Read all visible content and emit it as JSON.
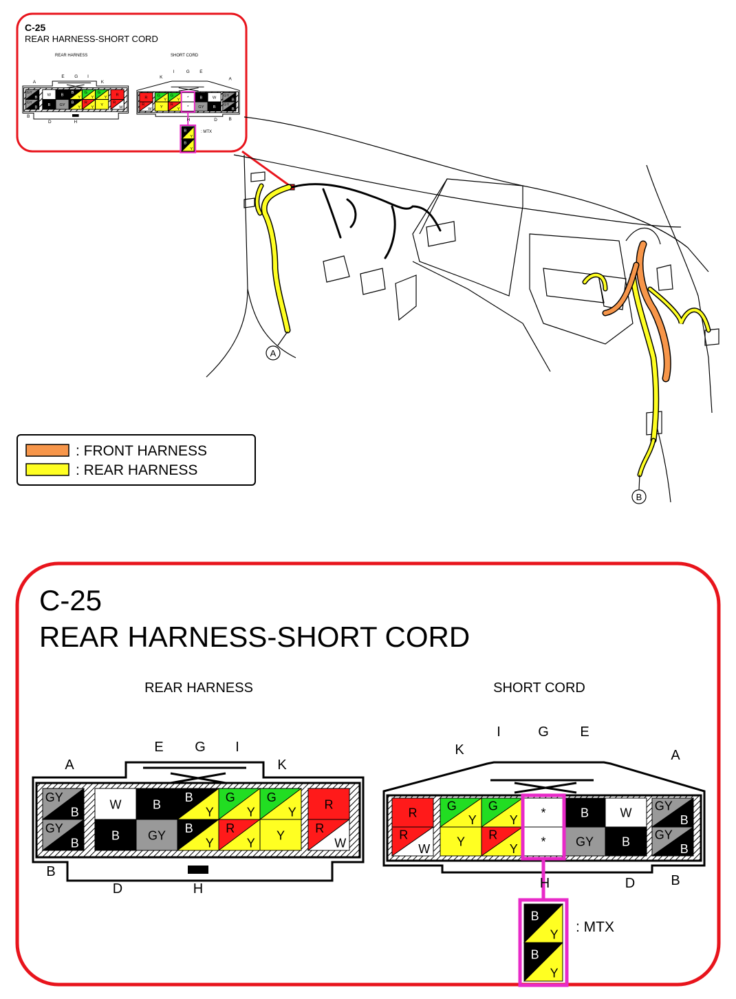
{
  "inset": {
    "code": "C-25",
    "title": "REAR HARNESS-SHORT CORD",
    "left_label": "REAR HARNESS",
    "right_label": "SHORT CORD",
    "mtx_label": ": MTX"
  },
  "legend": {
    "front": ": FRONT HARNESS",
    "rear": ": REAR HARNESS",
    "front_color": "#f7964a",
    "rear_color": "#ffff22"
  },
  "callouts": {
    "a": "A",
    "b": "B"
  },
  "main": {
    "code": "C-25",
    "title": "REAR HARNESS-SHORT CORD",
    "left_label": "REAR HARNESS",
    "right_label": "SHORT CORD",
    "mtx_label": ": MTX",
    "border_color": "#e8141c",
    "highlight_color": "#e82ac8"
  },
  "rear_harness": {
    "pins": {
      "A": "A",
      "B": "B",
      "D": "D",
      "E": "E",
      "G": "G",
      "H": "H",
      "I": "I",
      "K": "K"
    },
    "top": [
      {
        "c1": "GY",
        "c2": "B",
        "f1": "#999999",
        "f2": "#000000"
      },
      {
        "c1": "W",
        "f1": "#ffffff"
      },
      {
        "c1": "B",
        "f1": "#000000"
      },
      {
        "c1": "B",
        "c2": "Y",
        "f1": "#000000",
        "f2": "#ffff22"
      },
      {
        "c1": "G",
        "c2": "Y",
        "f1": "#22dd22",
        "f2": "#ffff22"
      },
      {
        "c1": "G",
        "c2": "Y",
        "f1": "#22dd22",
        "f2": "#ffff22"
      },
      {
        "c1": "R",
        "f1": "#ff1a1a"
      }
    ],
    "bottom": [
      {
        "c1": "GY",
        "c2": "B",
        "f1": "#999999",
        "f2": "#000000"
      },
      {
        "c1": "B",
        "f1": "#000000"
      },
      {
        "c1": "GY",
        "f1": "#999999"
      },
      {
        "c1": "B",
        "c2": "Y",
        "f1": "#000000",
        "f2": "#ffff22"
      },
      {
        "c1": "R",
        "c2": "Y",
        "f1": "#ff1a1a",
        "f2": "#ffff22"
      },
      {
        "c1": "Y",
        "f1": "#ffff22"
      },
      {
        "c1": "R",
        "c2": "W",
        "f1": "#ff1a1a",
        "f2": "#ffffff"
      }
    ]
  },
  "short_cord": {
    "pins": {
      "A": "A",
      "B": "B",
      "D": "D",
      "E": "E",
      "G": "G",
      "H": "H",
      "I": "I",
      "K": "K"
    },
    "star": "*",
    "top": [
      {
        "c1": "R",
        "f1": "#ff1a1a"
      },
      {
        "c1": "G",
        "c2": "Y",
        "f1": "#22dd22",
        "f2": "#ffff22"
      },
      {
        "c1": "G",
        "c2": "Y",
        "f1": "#22dd22",
        "f2": "#ffff22"
      },
      {
        "c1": "*",
        "f1": "#ffffff",
        "hl": true
      },
      {
        "c1": "B",
        "f1": "#000000"
      },
      {
        "c1": "W",
        "f1": "#ffffff"
      },
      {
        "c1": "GY",
        "c2": "B",
        "f1": "#999999",
        "f2": "#000000"
      }
    ],
    "bottom": [
      {
        "c1": "R",
        "c2": "W",
        "f1": "#ff1a1a",
        "f2": "#ffffff"
      },
      {
        "c1": "Y",
        "f1": "#ffff22"
      },
      {
        "c1": "R",
        "c2": "Y",
        "f1": "#ff1a1a",
        "f2": "#ffff22"
      },
      {
        "c1": "*",
        "f1": "#ffffff",
        "hl": true
      },
      {
        "c1": "GY",
        "f1": "#999999"
      },
      {
        "c1": "B",
        "f1": "#000000"
      },
      {
        "c1": "GY",
        "c2": "B",
        "f1": "#999999",
        "f2": "#000000"
      }
    ],
    "mtx": [
      {
        "c1": "B",
        "c2": "Y",
        "f1": "#000000",
        "f2": "#ffff22"
      },
      {
        "c1": "B",
        "c2": "Y",
        "f1": "#000000",
        "f2": "#ffff22"
      }
    ]
  }
}
